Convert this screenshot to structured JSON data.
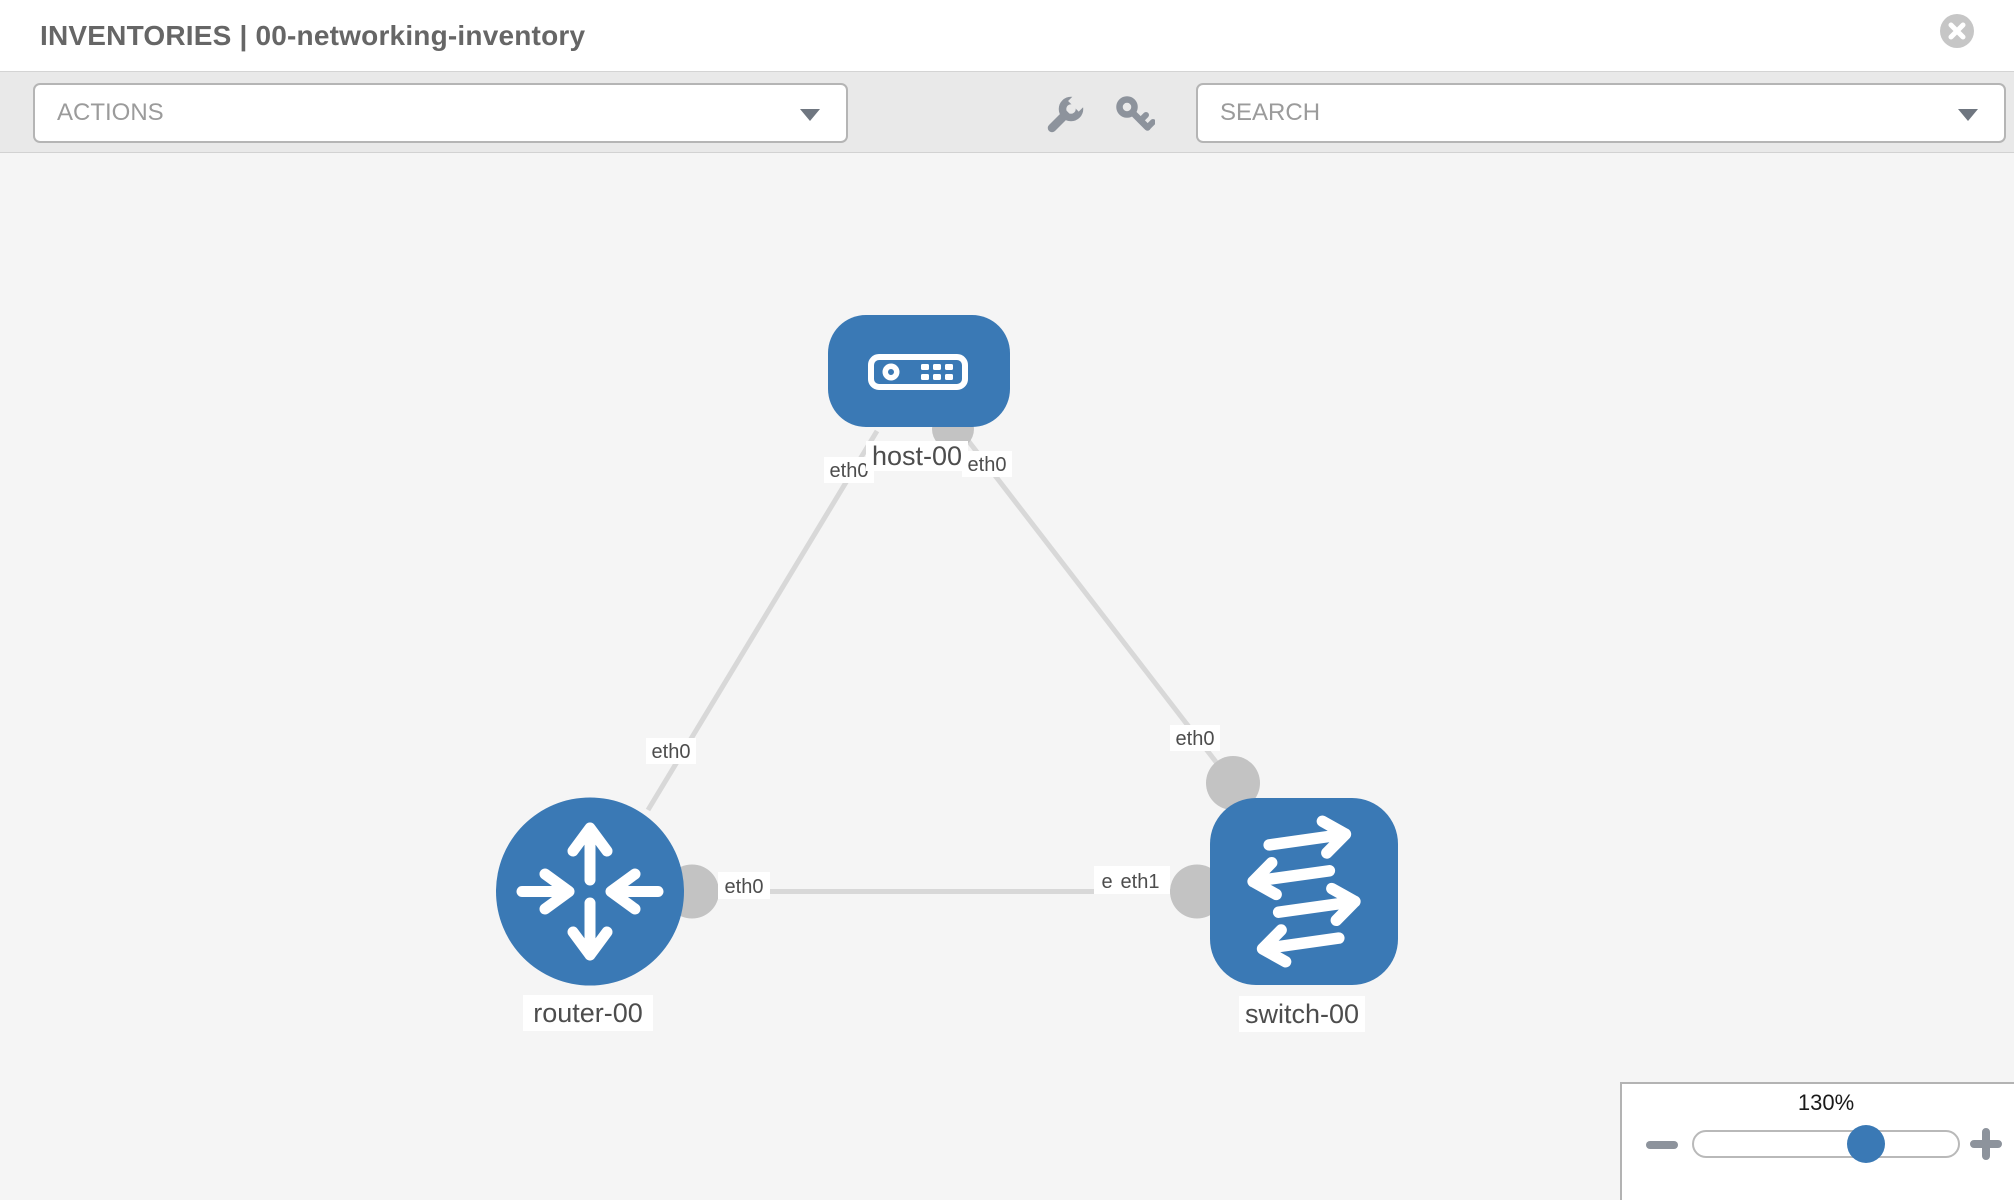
{
  "window": {
    "title": "INVENTORIES | 00-networking-inventory"
  },
  "toolbar": {
    "actions_dropdown": {
      "label": "ACTIONS"
    },
    "tools": [
      {
        "icon": "wrench-icon"
      },
      {
        "icon": "key-icon"
      }
    ],
    "search_dropdown": {
      "placeholder": "SEARCH"
    }
  },
  "topology": {
    "nodes": [
      {
        "label": "host-00",
        "type": "host"
      },
      {
        "label": "router-00",
        "type": "router"
      },
      {
        "label": "switch-00",
        "type": "switch"
      }
    ],
    "links": [
      {
        "from": "host-00",
        "from_interface": "eth0",
        "to": "router-00",
        "to_interface": "eth0"
      },
      {
        "from": "host-00",
        "from_interface": "eth0",
        "to": "switch-00",
        "to_interface": "eth0"
      },
      {
        "from": "router-00",
        "from_interface": "eth0",
        "to": "switch-00",
        "to_interfaces": [
          "eth0",
          "eth1"
        ]
      }
    ]
  },
  "zoom_control": {
    "level": "130%",
    "minus_icon": "minus-icon",
    "plus_icon": "plus-icon"
  },
  "colors": {
    "node_blue": "#3a79b5",
    "link_gray": "#d8d8d8",
    "connector_gray": "#c3c3c3",
    "canvas_bg": "#f5f5f5",
    "toolbar_bg": "#e9e9e9"
  }
}
